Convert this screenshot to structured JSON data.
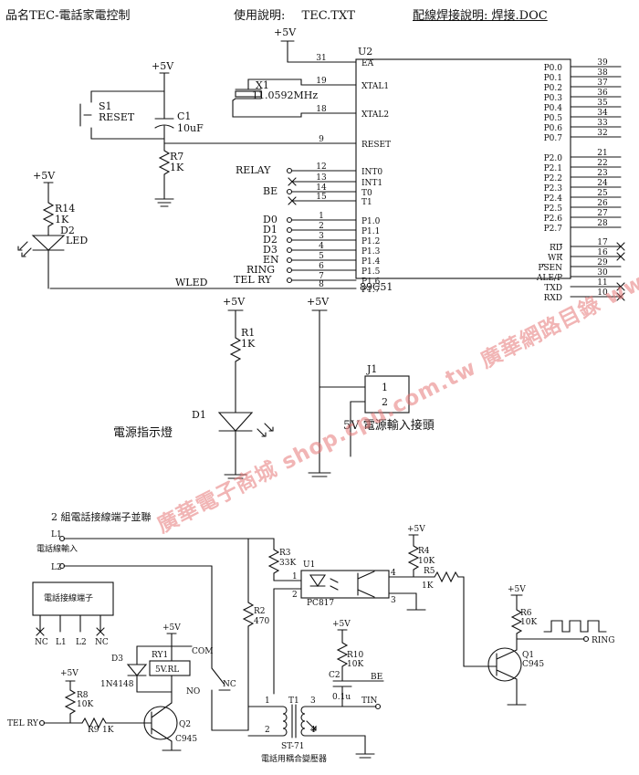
{
  "header": {
    "product": "品名TEC-",
    "product_suffix": "電話家電控制",
    "manual_label": "使用說明:",
    "manual_file": "TEC.TXT",
    "wiring_label": "配線焊接說明: 焊接.DOC"
  },
  "mcu": {
    "ref": "U2",
    "part": "89C51",
    "left_pins": [
      {
        "num": "31",
        "name": "EA",
        "overline": true
      },
      {
        "num": "19",
        "name": "XTAL1"
      },
      {
        "num": "18",
        "name": "XTAL2"
      },
      {
        "num": "9",
        "name": "RESET"
      },
      {
        "num": "12",
        "name": "INT0"
      },
      {
        "num": "13",
        "name": "INT1"
      },
      {
        "num": "14",
        "name": "T0"
      },
      {
        "num": "15",
        "name": "T1"
      },
      {
        "num": "1",
        "name": "P1.0"
      },
      {
        "num": "2",
        "name": "P1.1"
      },
      {
        "num": "3",
        "name": "P1.2"
      },
      {
        "num": "4",
        "name": "P1.3"
      },
      {
        "num": "5",
        "name": "P1.4"
      },
      {
        "num": "6",
        "name": "P1.5"
      },
      {
        "num": "7",
        "name": "P1.6"
      },
      {
        "num": "8",
        "name": "P1.7"
      }
    ],
    "right_pins": [
      {
        "num": "39",
        "name": "P0.0"
      },
      {
        "num": "38",
        "name": "P0.1"
      },
      {
        "num": "37",
        "name": "P0.2"
      },
      {
        "num": "36",
        "name": "P0.3"
      },
      {
        "num": "35",
        "name": "P0.4"
      },
      {
        "num": "34",
        "name": "P0.5"
      },
      {
        "num": "33",
        "name": "P0.6"
      },
      {
        "num": "32",
        "name": "P0.7"
      },
      {
        "num": "21",
        "name": "P2.0"
      },
      {
        "num": "22",
        "name": "P2.1"
      },
      {
        "num": "23",
        "name": "P2.2"
      },
      {
        "num": "24",
        "name": "P2.3"
      },
      {
        "num": "25",
        "name": "P2.4"
      },
      {
        "num": "26",
        "name": "P2.5"
      },
      {
        "num": "27",
        "name": "P2.6"
      },
      {
        "num": "28",
        "name": "P2.7"
      },
      {
        "num": "17",
        "name": "RD",
        "overline": true
      },
      {
        "num": "16",
        "name": "WR",
        "overline": true
      },
      {
        "num": "29",
        "name": "PSEN",
        "overline": true
      },
      {
        "num": "30",
        "name": "ALE/P"
      },
      {
        "num": "11",
        "name": "TXD"
      },
      {
        "num": "10",
        "name": "RXD"
      }
    ]
  },
  "nets": {
    "relay": "RELAY",
    "be": "BE",
    "d0": "D0",
    "d1": "D1",
    "d2": "D2",
    "d3": "D3",
    "en": "EN",
    "ring": "RING",
    "telry": "TEL RY",
    "wled": "WLED",
    "vcc": "+5V"
  },
  "parts": {
    "x1_ref": "X1",
    "x1_val": "11.0592MHz",
    "s1_ref": "S1",
    "s1_name": "RESET",
    "c1_ref": "C1",
    "c1_val": "10uF",
    "r7_ref": "R7",
    "r7_val": "1K",
    "r14_ref": "R14",
    "r14_val": "1K",
    "d2_ref": "D2",
    "d2_val": "LED",
    "r1_ref": "R1",
    "r1_val": "1K",
    "d1_ref": "D1",
    "d1_name": "電源指示燈",
    "j1_ref": "J1",
    "j1_pin1": "1",
    "j1_pin2": "2",
    "j1_name": "5V 電源輸入接頭"
  },
  "lower": {
    "title": "2 組電話接線端子並聯",
    "l1": "L1",
    "l1_desc": "電話線輸入",
    "l2": "L2",
    "terminal_box": "電話接線端子",
    "term_pins": [
      "NC",
      "L1",
      "L2",
      "NC"
    ],
    "r3_ref": "R3",
    "r3_val": "33K",
    "r2_ref": "R2",
    "r2_val": "470",
    "u1_ref": "U1",
    "u1_part": "PC817",
    "u1_p1": "1",
    "u1_p2": "2",
    "u1_p3": "3",
    "u1_p4": "4",
    "r4_ref": "R4",
    "r4_val": "10K",
    "r5_ref": "R5",
    "r5_val": "1K",
    "r6_ref": "R6",
    "r6_val": "10K",
    "q1_ref": "Q1",
    "q1_part": "C945",
    "ring_out": "RING",
    "d3_ref": "D3",
    "d3_part": "1N4148",
    "ry1_ref": "RY1",
    "ry1_part": "5V.RL",
    "com": "COM",
    "no": "NO",
    "nc": "NC",
    "r10_ref": "R10",
    "r10_val": "10K",
    "c2_ref": "C2",
    "c2_val": "0.1u",
    "be_net": "BE",
    "t1_ref": "T1",
    "t1_part": "ST-71",
    "t1_desc": "電話用耦合變壓器",
    "t1_p1": "1",
    "t1_p2": "2",
    "t1_p3": "3",
    "t1_p4": "4",
    "tin": "TIN",
    "r8_ref": "R8",
    "r8_val": "10K",
    "r9_ref": "R9",
    "r9_val": "1K",
    "q2_ref": "Q2",
    "q2_part": "C945",
    "telry_in": "TEL RY"
  },
  "watermark": "廣華電子商城 shop.cpu.com.tw 廣華網路目錄 www.cpu.com.tw"
}
